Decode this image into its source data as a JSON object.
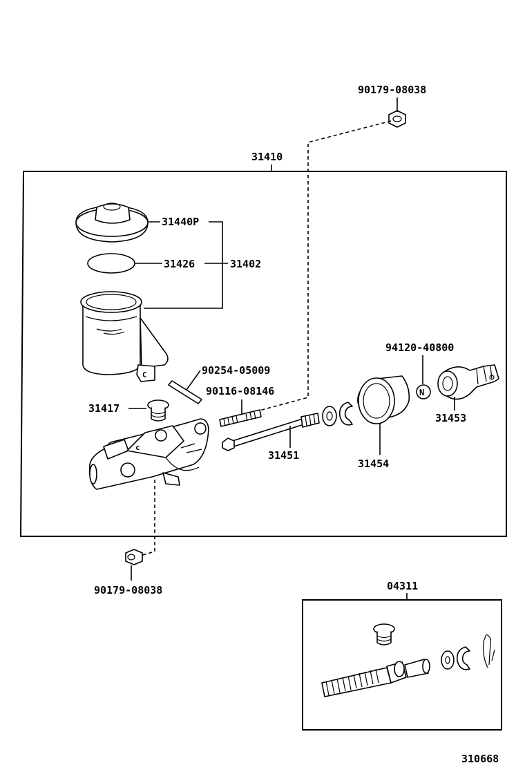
{
  "labels": {
    "nut_top": "90179-08038",
    "assembly": "31410",
    "cap": "31440P",
    "diaphragm": "31426",
    "reservoir_set": "31402",
    "pin": "90254-05009",
    "stud": "90116-08146",
    "plug": "31417",
    "rod": "31451",
    "boot": "31454",
    "clevis_nut": "94120-40800",
    "nut_marker": "N",
    "clevis": "31453",
    "nut_bottom": "90179-08038",
    "kit": "04311",
    "figure_number": "310668"
  }
}
